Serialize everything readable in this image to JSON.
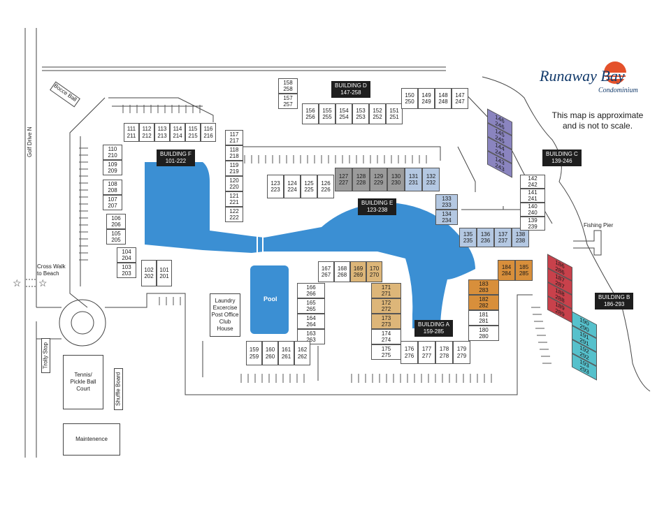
{
  "logo": {
    "name": "Runaway Bay",
    "subtitle": "Condominium"
  },
  "disclaimer": "This map is approximate and is not to scale.",
  "colors": {
    "water": "#3b8fd3",
    "gray": "#9b9b9b",
    "blue": "#b4c8e2",
    "purple": "#8a84bf",
    "orange": "#d88f3b",
    "tan": "#ddb679",
    "red": "#c8414b",
    "teal": "#56c1cc",
    "label_bg": "#1e1e1e"
  },
  "roads": {
    "gulf_drive": "Golf Drive N"
  },
  "amenities": {
    "bocce": "Bocce Ball",
    "crosswalk": [
      "Cross Walk",
      "to Beach"
    ],
    "trolly": "Trolly Stop",
    "tennis": [
      "Tennis/",
      "Pickle Ball",
      "Court"
    ],
    "shuffle": "Shuffle Board",
    "maintenance": "Maintenence",
    "clubhouse": [
      "Laundry",
      "Excercise",
      "Post Office",
      "Club",
      "House"
    ],
    "pool": "Pool",
    "pier": "Fishing Pier"
  },
  "buildings": {
    "A": {
      "name": "BUILDING A",
      "range": "159-285"
    },
    "B": {
      "name": "BUILDING B",
      "range": "186-293"
    },
    "C": {
      "name": "BUILDING C",
      "range": "139-246"
    },
    "D": {
      "name": "BUILDING D",
      "range": "147-258"
    },
    "E": {
      "name": "BUILDING E",
      "range": "123-238"
    },
    "F": {
      "name": "BUILDING F",
      "range": "101-222"
    }
  },
  "units": {
    "f_top": [
      [
        "111",
        "211"
      ],
      [
        "112",
        "212"
      ],
      [
        "113",
        "213"
      ],
      [
        "114",
        "214"
      ],
      [
        "115",
        "215"
      ],
      [
        "116",
        "216"
      ]
    ],
    "f_right": [
      [
        "117",
        "217"
      ],
      [
        "118",
        "218"
      ],
      [
        "119",
        "219"
      ],
      [
        "120",
        "220"
      ],
      [
        "121",
        "221"
      ],
      [
        "122",
        "222"
      ]
    ],
    "f_left1": [
      [
        "110",
        "210"
      ],
      [
        "109",
        "209"
      ]
    ],
    "f_left2": [
      [
        "108",
        "208"
      ],
      [
        "107",
        "207"
      ]
    ],
    "f_left3": [
      [
        "106",
        "206"
      ],
      [
        "105",
        "205"
      ]
    ],
    "f_left4": [
      [
        "104",
        "204"
      ],
      [
        "103",
        "203"
      ]
    ],
    "f_bottom": [
      [
        "102",
        "202"
      ],
      [
        "101",
        "201"
      ]
    ],
    "d_top": [
      [
        "158",
        "258"
      ],
      [
        "157",
        "257"
      ]
    ],
    "d_row": [
      [
        "156",
        "256"
      ],
      [
        "155",
        "255"
      ],
      [
        "154",
        "254"
      ],
      [
        "153",
        "253"
      ],
      [
        "152",
        "252"
      ],
      [
        "151",
        "251"
      ]
    ],
    "d_right": [
      [
        "150",
        "250"
      ],
      [
        "149",
        "249"
      ],
      [
        "148",
        "248"
      ],
      [
        "147",
        "247"
      ]
    ],
    "e_white": [
      [
        "123",
        "223"
      ],
      [
        "124",
        "224"
      ],
      [
        "125",
        "225"
      ],
      [
        "126",
        "226"
      ]
    ],
    "e_gray": [
      [
        "127",
        "227"
      ],
      [
        "128",
        "228"
      ],
      [
        "129",
        "229"
      ],
      [
        "130",
        "230"
      ]
    ],
    "e_blue": [
      [
        "131",
        "231"
      ],
      [
        "132",
        "232"
      ]
    ],
    "e_side": [
      [
        "133",
        "233"
      ],
      [
        "134",
        "234"
      ]
    ],
    "e_bottom": [
      [
        "135",
        "235"
      ],
      [
        "136",
        "236"
      ],
      [
        "137",
        "237"
      ],
      [
        "138",
        "238"
      ]
    ],
    "c_purple": [
      [
        "146",
        "246"
      ],
      [
        "145",
        "245"
      ],
      [
        "144",
        "244"
      ],
      [
        "143",
        "243"
      ]
    ],
    "c_white": [
      [
        "142",
        "242"
      ],
      [
        "141",
        "241"
      ],
      [
        "140",
        "240"
      ],
      [
        "139",
        "239"
      ]
    ],
    "b_red": [
      [
        "186",
        "286"
      ],
      [
        "187",
        "287"
      ],
      [
        "188",
        "288"
      ],
      [
        "189",
        "289"
      ]
    ],
    "b_teal": [
      [
        "190",
        "290"
      ],
      [
        "191",
        "291"
      ],
      [
        "192",
        "292"
      ],
      [
        "193",
        "293"
      ]
    ],
    "a_orange_top": [
      [
        "184",
        "284"
      ],
      [
        "185",
        "285"
      ]
    ],
    "a_orange_left": [
      [
        "183",
        "283"
      ],
      [
        "182",
        "282"
      ]
    ],
    "a_white_side": [
      [
        "181",
        "281"
      ],
      [
        "180",
        "280"
      ]
    ],
    "a_bottom": [
      [
        "176",
        "276"
      ],
      [
        "177",
        "277"
      ],
      [
        "178",
        "278"
      ],
      [
        "179",
        "279"
      ]
    ],
    "a_top_white": [
      [
        "167",
        "267"
      ],
      [
        "168",
        "268"
      ]
    ],
    "a_top_tan": [
      [
        "169",
        "269"
      ],
      [
        "170",
        "270"
      ]
    ],
    "a_tan_col": [
      [
        "171",
        "271"
      ],
      [
        "172",
        "272"
      ],
      [
        "173",
        "273"
      ]
    ],
    "a_white_col": [
      [
        "174",
        "274"
      ],
      [
        "175",
        "275"
      ]
    ],
    "a_left_col": [
      [
        "166",
        "266"
      ],
      [
        "165",
        "265"
      ],
      [
        "164",
        "264"
      ],
      [
        "163",
        "263"
      ]
    ],
    "a_pool_row": [
      [
        "159",
        "259"
      ],
      [
        "160",
        "260"
      ],
      [
        "161",
        "261"
      ],
      [
        "162",
        "262"
      ]
    ]
  }
}
